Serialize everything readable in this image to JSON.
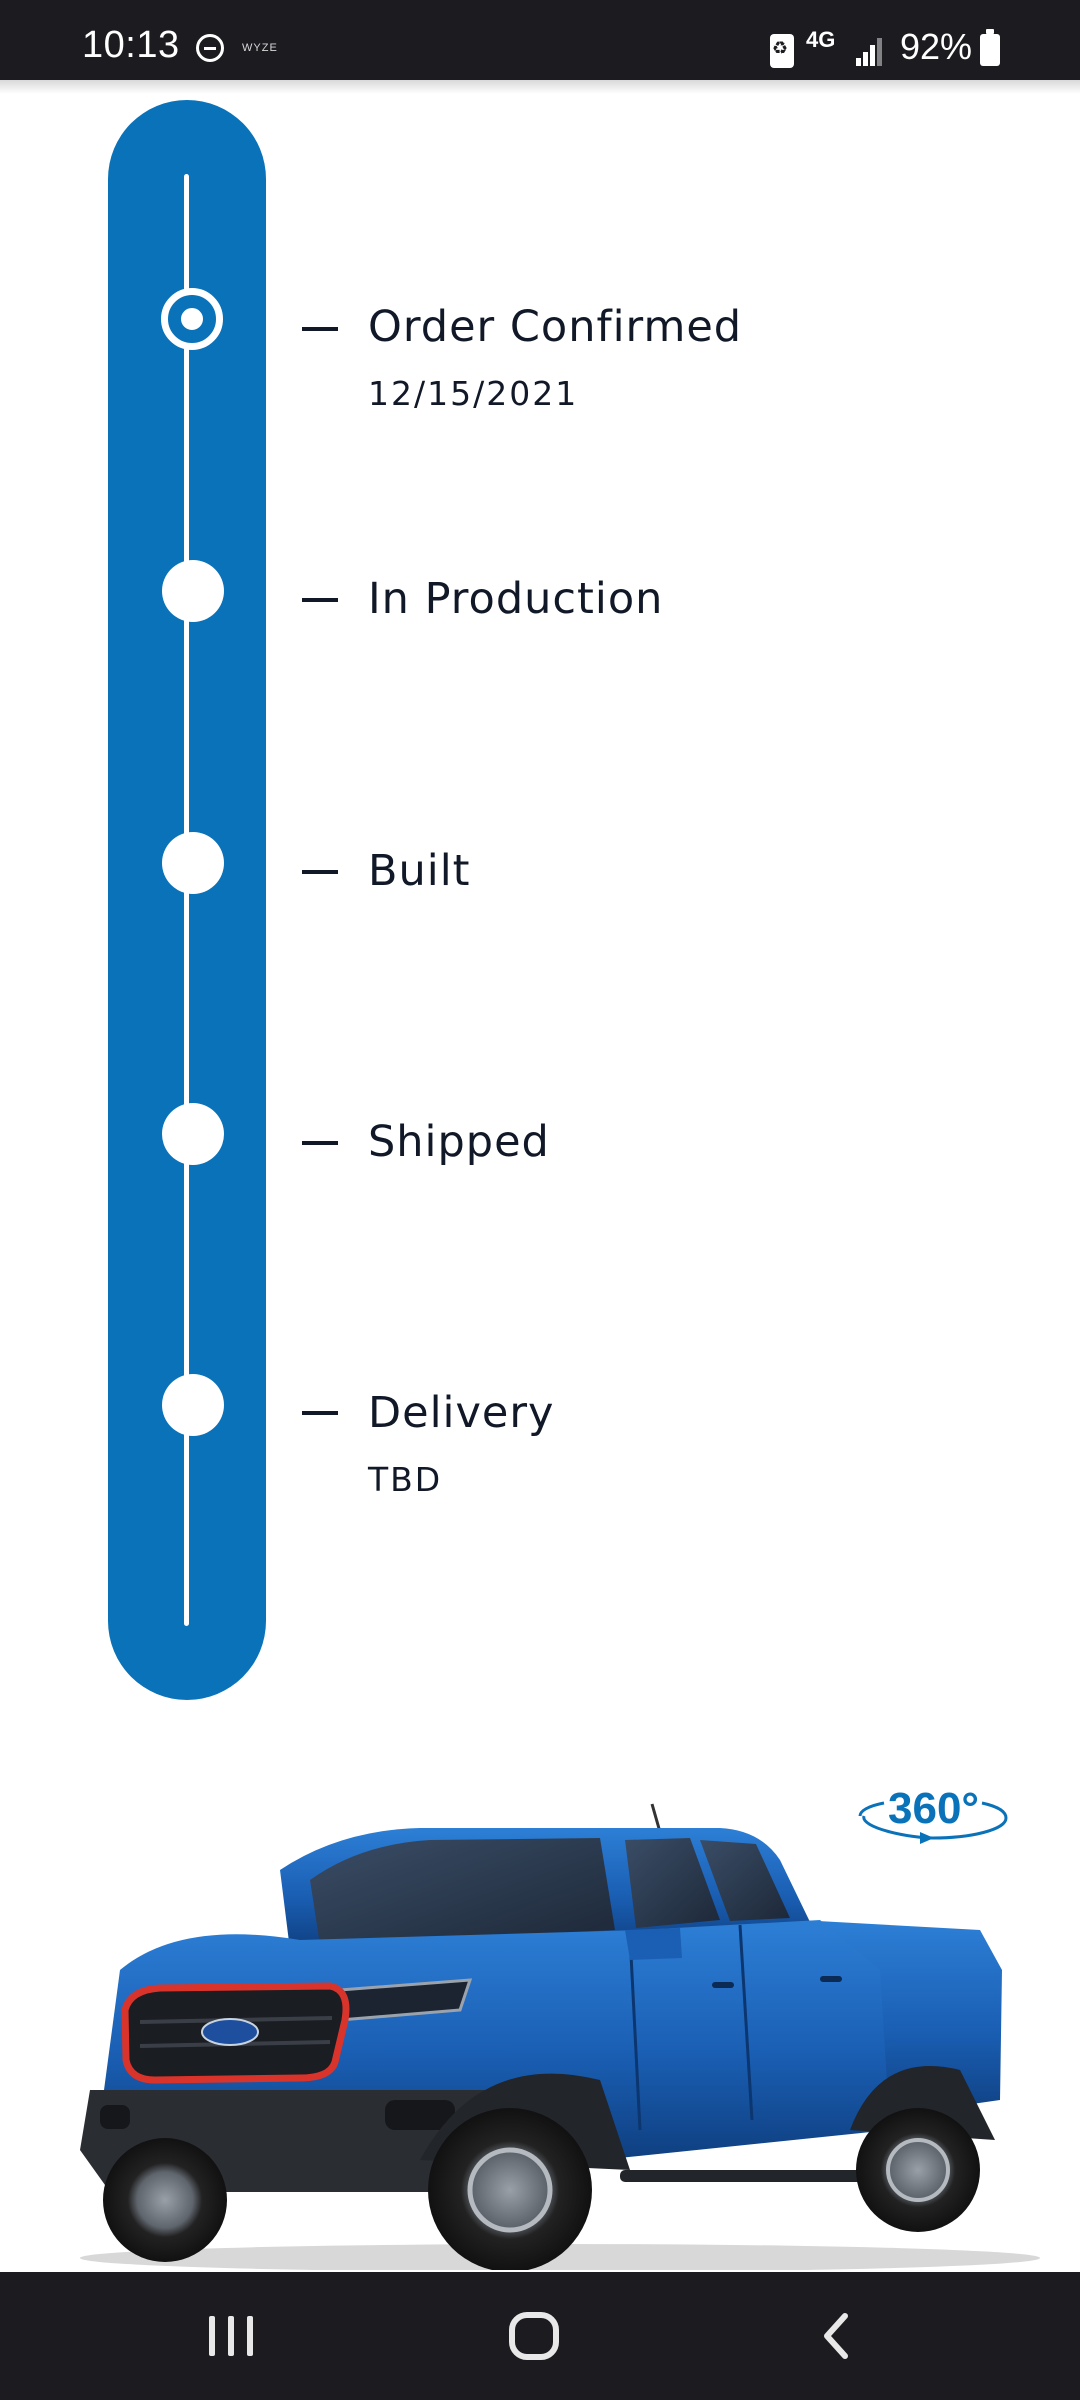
{
  "status_bar": {
    "time": "10:13",
    "notification_text": "WYZE",
    "network": "4G",
    "battery_percent": "92%"
  },
  "timeline": {
    "steps": [
      {
        "label": "Order Confirmed",
        "sub": "12/15/2021",
        "state": "current"
      },
      {
        "label": "In Production",
        "sub": "",
        "state": "pending"
      },
      {
        "label": "Built",
        "sub": "",
        "state": "pending"
      },
      {
        "label": "Shipped",
        "sub": "",
        "state": "pending"
      },
      {
        "label": "Delivery",
        "sub": "TBD",
        "state": "pending"
      }
    ]
  },
  "vehicle": {
    "badge_360": "360°",
    "badge_icon": "rotate-360-icon",
    "image": "blue-pickup-truck"
  },
  "nav_bar": {
    "recents_icon": "recents-icon",
    "home_icon": "home-icon",
    "back_icon": "back-icon"
  },
  "colors": {
    "accent": "#0a72b9",
    "text": "#111827",
    "system_bar": "#1c1b20",
    "truck_body": "#1f63b8"
  }
}
